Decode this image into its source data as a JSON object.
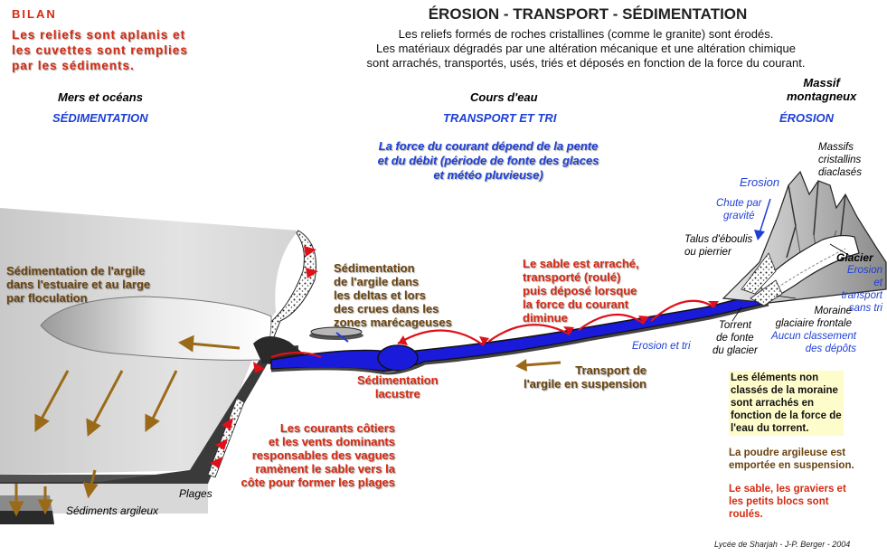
{
  "title": "ÉROSION - TRANSPORT - SÉDIMENTATION",
  "intro": [
    "Les reliefs formés de roches cristallines (comme le granite) sont érodés.",
    "Les matériaux dégradés par une altération mécanique et une altération chimique",
    "sont arrachés, transportés, usés, triés et déposés en fonction de la force du courant."
  ],
  "bilan": {
    "label": "BILAN",
    "lines": [
      "Les reliefs sont aplanis et",
      "les cuvettes sont remplies",
      "par les sédiments."
    ]
  },
  "zones": {
    "mers": {
      "title": "Mers et océans",
      "sub": "SÉDIMENTATION"
    },
    "cours": {
      "title": "Cours d'eau",
      "sub": "TRANSPORT ET TRI"
    },
    "massif": {
      "title_1": "Massif",
      "title_2": "montagneux",
      "sub": "ÉROSION"
    }
  },
  "force": [
    "La force du courant dépend de la pente",
    "et du débit (période de fonte des glaces",
    "et météo pluvieuse)"
  ],
  "labels": {
    "massifs": [
      "Massifs",
      "cristallins",
      "diaclasés"
    ],
    "erosion": "Erosion",
    "chute": [
      "Chute par",
      "gravité"
    ],
    "talus": [
      "Talus d'éboulis",
      "ou pierrier"
    ],
    "glacier": "Glacier",
    "erosion_transport": [
      "Erosion",
      "et transport",
      "sans tri"
    ],
    "moraine": [
      "Moraine",
      "glaciaire frontale"
    ],
    "aucun": [
      "Aucun classement",
      "des dépôts"
    ],
    "torrent": [
      "Torrent",
      "de fonte",
      "du glacier"
    ],
    "erosion_tri": "Erosion et tri",
    "sable": [
      "Le sable est arraché,",
      "transporté (roulé)",
      "puis déposé lorsque",
      "la force du courant",
      "diminue"
    ],
    "sed_argile_deltas": [
      "Sédimentation",
      "de l'argile dans",
      "les deltas et lors",
      "des crues dans les",
      "zones marécageuses"
    ],
    "sed_argile_estuaire": [
      "Sédimentation de l'argile",
      "dans l'estuaire et au large",
      "par floculation"
    ],
    "sed_lacustre": [
      "Sédimentation",
      "lacustre"
    ],
    "transport_argile": [
      "Transport de",
      "l'argile en suspension"
    ],
    "courants": [
      "Les courants côtiers",
      "et les vents dominants",
      "responsables des vagues",
      "ramènent le sable vers la",
      "côte pour former les plages"
    ],
    "plages": "Plages",
    "sediments_argileux": "Sédiments argileux",
    "elements": [
      "Les éléments non",
      "classés de la moraine",
      "sont arrachés en",
      "fonction de la force de",
      "l'eau du torrent."
    ],
    "poudre": [
      "La poudre argileuse est",
      "emportée en suspension."
    ],
    "sable_graviers": [
      "Le sable, les graviers et",
      "les petits blocs sont",
      "roulés."
    ],
    "credit": "Lycée de Sharjah - J-P. Berger - 2004"
  },
  "colors": {
    "red": "#d62a12",
    "blue": "#1e3fd6",
    "brown": "#6a4410",
    "box": "#fffccc"
  }
}
